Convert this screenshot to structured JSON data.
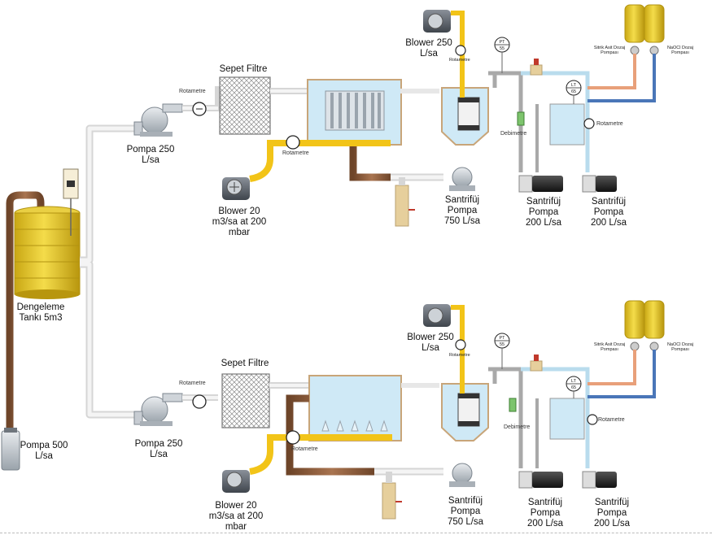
{
  "colors": {
    "water_pipe": "#ececec",
    "air_pipe": "#f2c418",
    "sludge_pipe": "#9a6b46",
    "acid_line": "#e8a07a",
    "naocl_line": "#4a76b8",
    "clean_line": "#b9dced",
    "tank_yellow": "#e8c82a",
    "basin_water": "#cfe9f6"
  },
  "icons": [
    "pump-icon",
    "blower-icon",
    "rotameter-icon",
    "filter-mesh-icon",
    "membrane-module-icon",
    "pressure-transmitter-icon",
    "level-transmitter-icon",
    "flowmeter-icon",
    "dosing-tank-icon",
    "valve-icon"
  ],
  "labels": {
    "balance_tank": "Dengeleme\nTankı 5m3",
    "sump_pump": "Pompa 500\nL/sa",
    "top": {
      "feed_pump": "Pompa 250\nL/sa",
      "rotameter_feed": "Rotametre",
      "basket_filter": "Sepet Filtre",
      "blower_small": "Blower 20\nm3/sa at 200\nmbar",
      "rotameter_blower": "Rotametre",
      "blower_large": "Blower 250\nL/sa",
      "rotameter_blower_large": "Rotametre",
      "pt_tag": "PT",
      "pt_value": "55",
      "lt_tag": "LT",
      "lt_value": "65",
      "flowmeter": "Debimetre",
      "rotameter_right": "Rotametre",
      "centrifugal_pump": "Santrifüj\nPompa\n750 L/sa",
      "permeate_pump": "Santrifüj\nPompa\n200 L/sa",
      "backwash_pump": "Santrifüj\nPompa\n200 L/sa",
      "acid_pump": "Sitrik Asit Dozaj\nPompası",
      "naocl_pump": "NaOCl Dozaj\nPompası"
    },
    "bottom": {
      "feed_pump": "Pompa 250\nL/sa",
      "rotameter_feed": "Rotametre",
      "basket_filter": "Sepet Filtre",
      "blower_small": "Blower 20\nm3/sa at 200\nmbar",
      "rotameter_blower": "Rotametre",
      "blower_large": "Blower 250\nL/sa",
      "rotameter_blower_large": "Rotametre",
      "pt_tag": "PT",
      "pt_value": "55",
      "lt_tag": "LT",
      "lt_value": "65",
      "flowmeter": "Debimetre",
      "rotameter_right": "Rotametre",
      "centrifugal_pump": "Santrifüj\nPompa\n750 L/sa",
      "permeate_pump": "Santrifüj\nPompa\n200 L/sa",
      "backwash_pump": "Santrifüj\nPompa\n200 L/sa",
      "acid_pump": "Sitrik Asit Dozaj\nPompası",
      "naocl_pump": "NaOCl Dozaj\nPompası"
    }
  }
}
